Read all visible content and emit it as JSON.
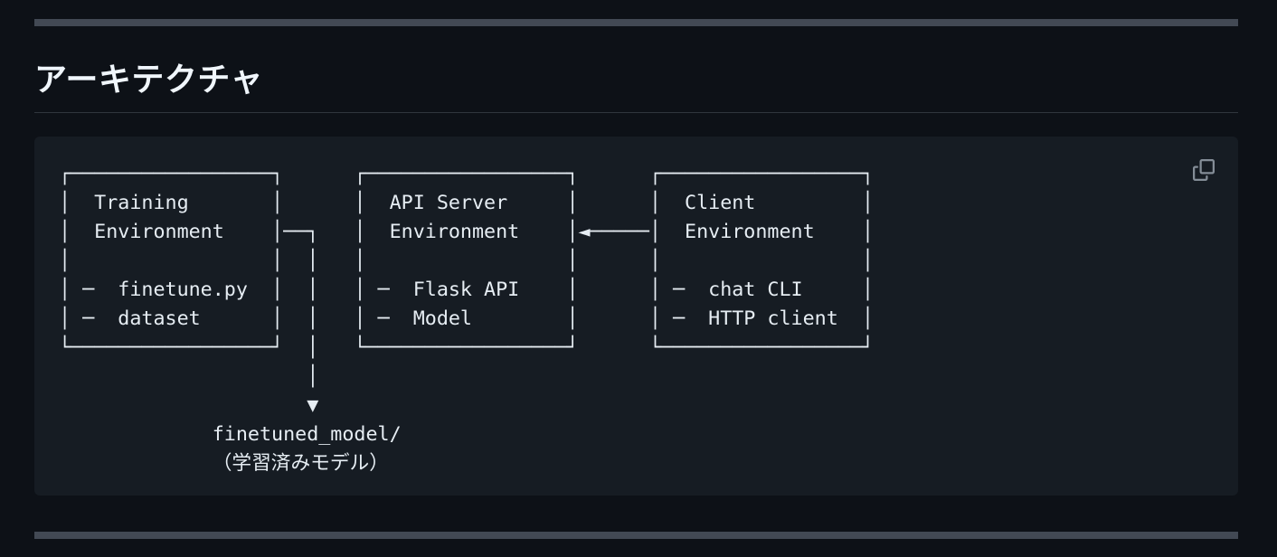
{
  "page": {
    "title": "アーキテクチャ",
    "background": "#0d1117",
    "heading_color": "#f0f6fc",
    "rule_color": "#424954",
    "divider_color": "#30363d"
  },
  "code_block": {
    "background": "#161c23",
    "text_color": "#e6edf3",
    "copy_icon": "copy-icon",
    "copy_icon_color": "#848d97",
    "ascii_lines": [
      "┌─────────────────┐      ┌─────────────────┐      ┌─────────────────┐",
      "│  Training       │      │  API Server     │      │  Client         │",
      "│  Environment    │──┐   │  Environment    │◄─────│  Environment    │",
      "│                 │  │   │                 │      │                 │",
      "│ ─  finetune.py  │  │   │ ─  Flask API    │      │ ─  chat CLI     │",
      "│ ─  dataset      │  │   │ ─  Model        │      │ ─  HTTP client  │",
      "└─────────────────┘  │   └─────────────────┘      └─────────────────┘",
      "                     │",
      "                     ▼",
      "             finetuned_model/",
      "             （学習済みモデル）"
    ]
  },
  "diagram": {
    "boxes": [
      {
        "title": "Training Environment",
        "items": [
          "finetune.py",
          "dataset"
        ]
      },
      {
        "title": "API Server Environment",
        "items": [
          "Flask API",
          "Model"
        ]
      },
      {
        "title": "Client Environment",
        "items": [
          "chat CLI",
          "HTTP client"
        ]
      }
    ],
    "arrows": [
      {
        "from": "Client Environment",
        "to": "API Server Environment",
        "direction": "left"
      },
      {
        "from": "Training Environment",
        "to": "finetuned_model/",
        "direction": "down"
      }
    ],
    "output": {
      "path": "finetuned_model/",
      "note": "（学習済みモデル）"
    }
  }
}
